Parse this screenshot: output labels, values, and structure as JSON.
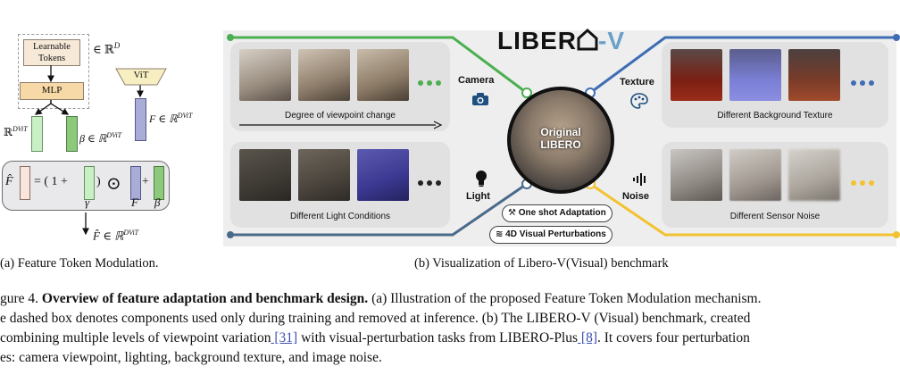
{
  "panel_a": {
    "learnable_tokens": "Learnable Tokens",
    "in_rd": "∈ ℝ",
    "sup_d": "D",
    "mlp": "MLP",
    "vit": "ViT",
    "rdvit": "ℝ",
    "sup_dvit": "DViT",
    "beta_in": "β ∈ ℝ",
    "f_in": "F ∈ ℝ",
    "f_hat": "F̂",
    "eq": "= ( 1 +",
    "paren_close": ")",
    "odot": "⊙",
    "plus": "+",
    "gamma": "γ",
    "f": "F",
    "beta": "β",
    "out": "F̂ ∈ ℝ",
    "caption": "(a) Feature Token Modulation."
  },
  "panel_b": {
    "logo_text": "LIBER",
    "logo_suffix": "-V",
    "center_label_1": "Original",
    "center_label_2": "LIBERO",
    "camera": "Camera",
    "texture": "Texture",
    "light": "Light",
    "noise": "Noise",
    "card_camera": "Degree of viewpoint change",
    "card_texture": "Different Background Texture",
    "card_light": "Different Light Conditions",
    "card_noise": "Different Sensor Noise",
    "pill_oneshot": "One shot Adaptation",
    "pill_4d": "4D Visual Perturbations",
    "caption": "(b) Visualization of Libero-V(Visual) benchmark",
    "colors": {
      "green": "#4caf50",
      "blue": "#3f6db3",
      "slate": "#4a6a8a",
      "yellow": "#f2c230"
    }
  },
  "figure_caption": {
    "line1_pre": "gure 4. ",
    "line1_bold": "Overview of feature adaptation and benchmark design.",
    "line1_post": " (a) Illustration of the proposed Feature Token Modulation mechanism.",
    "line2": "e dashed box denotes components used only during training and removed at inference. (b) The LIBERO-V (Visual) benchmark, created",
    "line3_pre": "combining multiple levels of viewpoint variation",
    "ref1": " [31]",
    "line3_mid": " with visual-perturbation tasks from LIBERO-Plus",
    "ref2": " [8]",
    "line3_post": ". It covers four perturbation",
    "line4": "es: camera viewpoint, lighting, background texture, and image noise."
  }
}
